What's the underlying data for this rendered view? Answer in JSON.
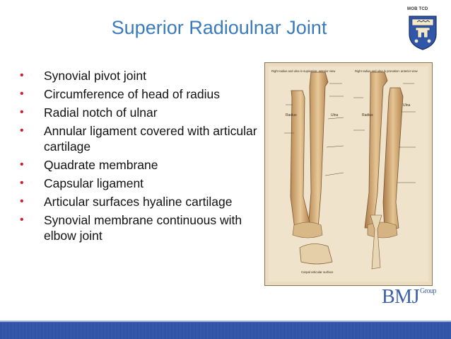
{
  "slide": {
    "title": "Superior Radioulnar Joint",
    "crest_label": "MOB TCD",
    "bullets": [
      "Synovial pivot joint",
      "Circumference of head of radius",
      "Radial notch of ulnar",
      "Annular ligament covered with articular cartilage",
      "Quadrate membrane",
      "Capsular ligament",
      "Articular surfaces hyaline cartilage",
      "Synovial membrane continuous with elbow joint"
    ],
    "bullet_symbol": "•",
    "logo": {
      "text": "BMJ",
      "superscript": "Group"
    }
  },
  "colors": {
    "title": "#3a7bbd",
    "bullet": "#cc2030",
    "logo": "#3a5fa8",
    "footer": "#2c4d9e",
    "plate_bg": "#e9dcc0"
  },
  "figure": {
    "labels": {
      "left_caption": "Right radius and ulna in supination: anterior view",
      "right_caption": "Right radius and ulna in pronation: anterior view",
      "bottom_caption": "Carpal articular surface",
      "radius_left": "Radius",
      "ulna_left": "Ulna",
      "radius_right": "Radius",
      "ulna_right": "Ulna"
    }
  }
}
